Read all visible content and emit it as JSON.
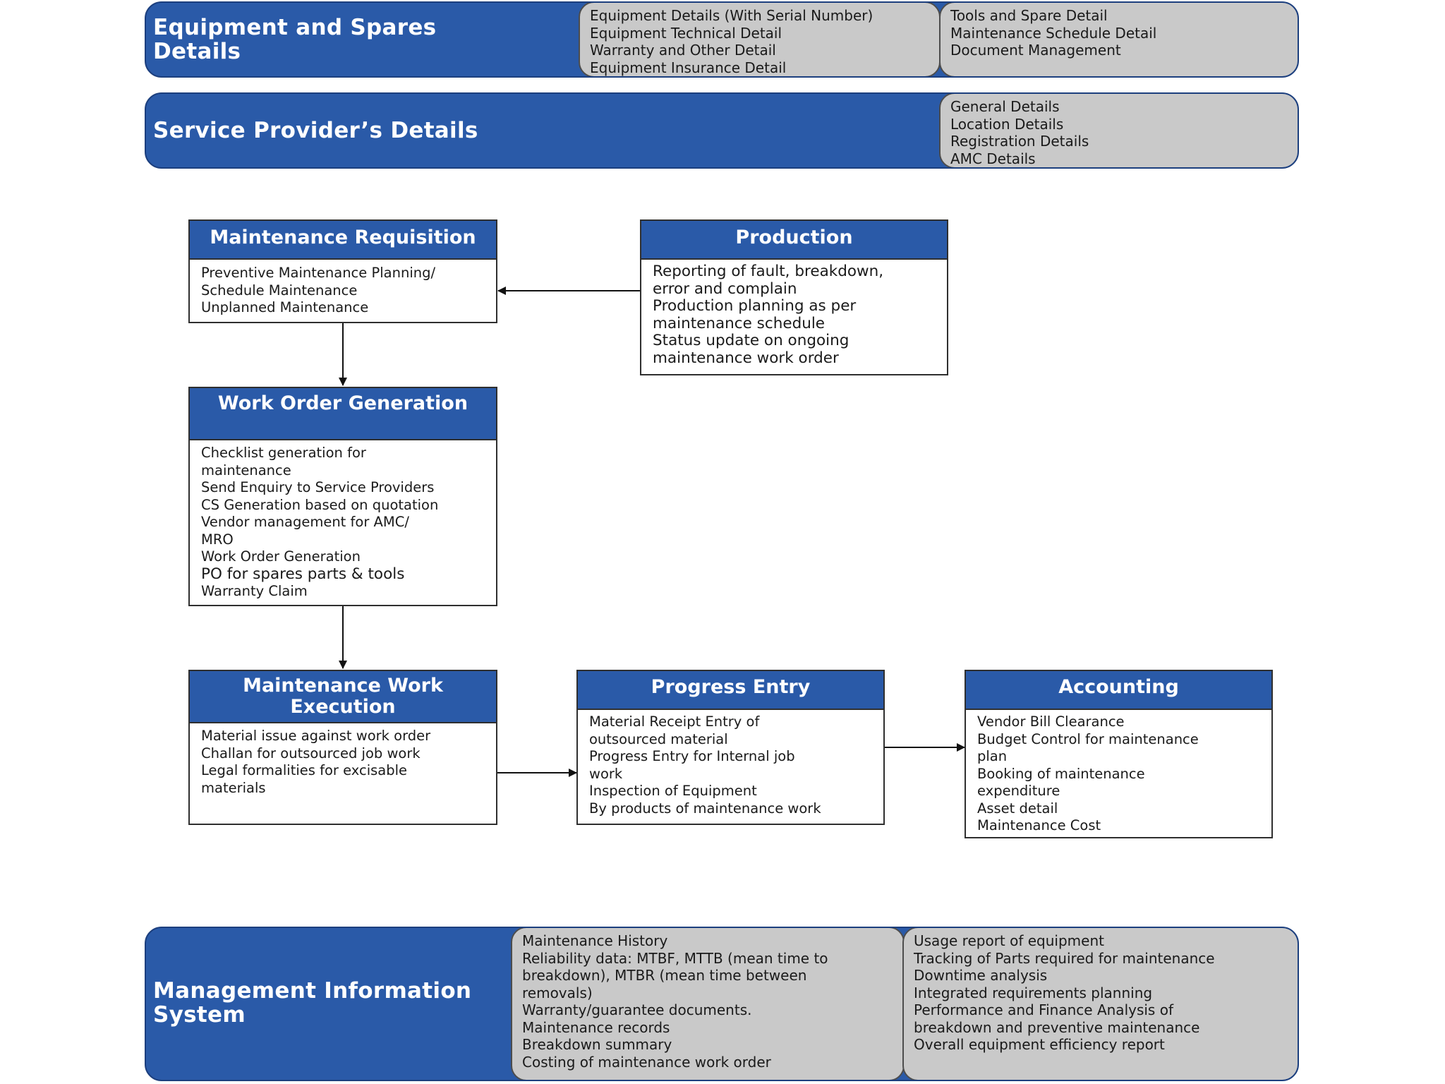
{
  "equipment": {
    "title_lines": [
      "Equipment and Spares",
      "Details"
    ],
    "panel1": [
      "Equipment Details (With Serial Number)",
      "Equipment Technical Detail",
      "Warranty and Other  Detail",
      "Equipment Insurance Detail"
    ],
    "panel2": [
      "Tools and Spare Detail",
      "Maintenance Schedule Detail",
      "Document Management"
    ]
  },
  "service_provider": {
    "title": "Service Provider’s Details",
    "panel": [
      "General Details",
      "Location Details",
      "Registration Details",
      "AMC Details"
    ]
  },
  "maintenance_requisition": {
    "title": "Maintenance Requisition",
    "items": [
      "Preventive Maintenance Planning/",
      "Schedule Maintenance",
      "Unplanned Maintenance"
    ]
  },
  "production": {
    "title": "Production",
    "items": [
      "Reporting of fault, breakdown,",
      "error and complain",
      "Production planning as per",
      "maintenance schedule",
      "Status update on ongoing",
      "maintenance work order"
    ]
  },
  "work_order": {
    "title": "Work Order Generation",
    "items": [
      "Checklist generation for",
      "maintenance",
      "Send Enquiry to Service Providers",
      "CS Generation based on quotation",
      "Vendor management for AMC/",
      "MRO",
      "Work Order Generation",
      "PO for spares parts & tools",
      "Warranty Claim"
    ]
  },
  "execution": {
    "title_lines": [
      "Maintenance Work",
      "Execution"
    ],
    "items": [
      "Material issue against work order",
      "Challan for outsourced job work",
      "Legal formalities for excisable",
      "materials"
    ]
  },
  "progress": {
    "title": "Progress Entry",
    "items": [
      "Material Receipt Entry of",
      "outsourced material",
      "Progress Entry for Internal job",
      "work",
      "Inspection of Equipment",
      "By products of maintenance work"
    ]
  },
  "accounting": {
    "title": "Accounting",
    "items": [
      "Vendor Bill Clearance",
      "Budget Control for maintenance",
      "plan",
      "Booking of maintenance",
      "expenditure",
      "Asset detail",
      "Maintenance Cost"
    ]
  },
  "mis": {
    "title_lines": [
      "Management Information",
      "System"
    ],
    "panel1": [
      "Maintenance History",
      "Reliability data: MTBF, MTTB (mean time to",
      "breakdown), MTBR (mean time between",
      "removals)",
      "Warranty/guarantee documents.",
      "Maintenance records",
      "Breakdown summary",
      "Costing of maintenance work order"
    ],
    "panel2": [
      "Usage report of equipment",
      "Tracking of Parts required for maintenance",
      "Downtime analysis",
      "Integrated requirements planning",
      "Performance and Finance Analysis of",
      "breakdown and preventive maintenance",
      "Overall equipment efficiency report"
    ]
  },
  "colors": {
    "header_blue": "#2a5aa8",
    "panel_grey": "#c9c9c9",
    "border": "#2f2f2f"
  }
}
